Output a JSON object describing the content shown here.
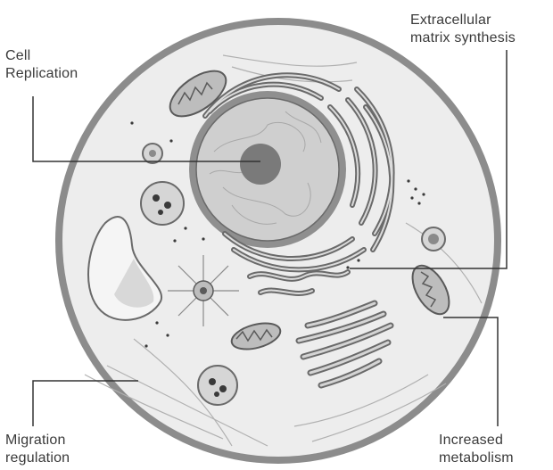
{
  "labels": {
    "cell_replication": [
      "Cell",
      "Replication"
    ],
    "extracellular_matrix_synthesis": [
      "Extracellular",
      "matrix synthesis"
    ],
    "migration_regulation": [
      "Migration",
      "regulation"
    ],
    "increased_metabolism": [
      "Increased",
      "metabolism"
    ]
  },
  "colors": {
    "membrane": "#8c8c8c",
    "cytoplasm": "#ededed",
    "organelle_fill": "#bdbdbd",
    "organelle_stroke": "#5a5a5a",
    "nucleolus": "#7a7a7a",
    "leader_line": "#333333"
  }
}
